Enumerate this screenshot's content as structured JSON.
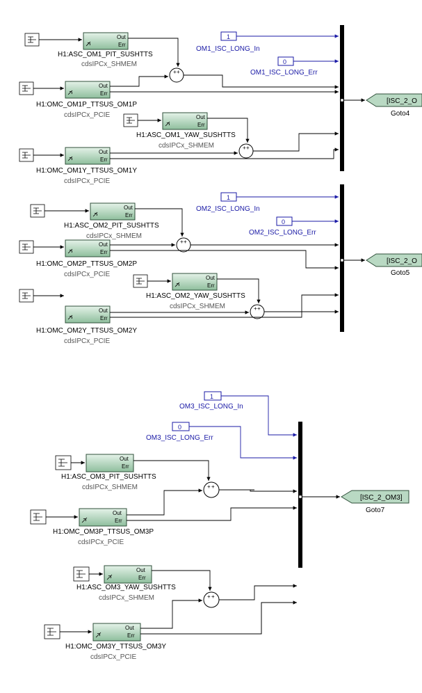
{
  "colors": {
    "block_fill_top": "#e4f2e8",
    "block_fill_bottom": "#8fbf9d",
    "block_border": "#2f4f3a",
    "signal_blue": "#1a1aa6",
    "line": "#000000",
    "goto_fill": "#b9d9c3"
  },
  "groups": [
    {
      "id": "om1",
      "in_label": "OM1_ISC_LONG_In",
      "in_value": "1",
      "err_label": "OM1_ISC_LONG_Err",
      "err_value": "0",
      "goto_tag": "[ISC_2_O",
      "goto_label": "Goto4",
      "blocks": [
        {
          "port_out": "Out",
          "port_err": "Err",
          "name": "H1:ASC_OM1_PIT_SUSHTTS",
          "lib": "cdsIPCx_SHMEM"
        },
        {
          "port_out": "Out",
          "port_err": "Err",
          "name": "H1:OMC_OM1P_TTSUS_OM1P",
          "lib": "cdsIPCx_PCIE"
        },
        {
          "port_out": "Out",
          "port_err": "Err",
          "name": "H1:ASC_OM1_YAW_SUSHTTS",
          "lib": "cdsIPCx_SHMEM"
        },
        {
          "port_out": "Out",
          "port_err": "Err",
          "name": "H1:OMC_OM1Y_TTSUS_OM1Y",
          "lib": "cdsIPCx_PCIE"
        }
      ]
    },
    {
      "id": "om2",
      "in_label": "OM2_ISC_LONG_In",
      "in_value": "1",
      "err_label": "OM2_ISC_LONG_Err",
      "err_value": "0",
      "goto_tag": "[ISC_2_O",
      "goto_label": "Goto5",
      "blocks": [
        {
          "port_out": "Out",
          "port_err": "Err",
          "name": "H1:ASC_OM2_PIT_SUSHTTS",
          "lib": "cdsIPCx_SHMEM"
        },
        {
          "port_out": "Out",
          "port_err": "Err",
          "name": "H1:OMC_OM2P_TTSUS_OM2P",
          "lib": "cdsIPCx_PCIE"
        },
        {
          "port_out": "Out",
          "port_err": "Err",
          "name": "H1:ASC_OM2_YAW_SUSHTTS",
          "lib": "cdsIPCx_SHMEM"
        },
        {
          "port_out": "Out",
          "port_err": "Err",
          "name": "H1:OMC_OM2Y_TTSUS_OM2Y",
          "lib": "cdsIPCx_PCIE"
        }
      ]
    },
    {
      "id": "om3",
      "in_label": "OM3_ISC_LONG_In",
      "in_value": "1",
      "err_label": "OM3_ISC_LONG_Err",
      "err_value": "0",
      "goto_tag": "[ISC_2_OM3]",
      "goto_label": "Goto7",
      "blocks": [
        {
          "port_out": "Out",
          "port_err": "Err",
          "name": "H1:ASC_OM3_PIT_SUSHTTS",
          "lib": "cdsIPCx_SHMEM"
        },
        {
          "port_out": "Out",
          "port_err": "Err",
          "name": "H1:OMC_OM3P_TTSUS_OM3P",
          "lib": "cdsIPCx_PCIE"
        },
        {
          "port_out": "Out",
          "port_err": "Err",
          "name": "H1:ASC_OM3_YAW_SUSHTTS",
          "lib": "cdsIPCx_SHMEM"
        },
        {
          "port_out": "Out",
          "port_err": "Err",
          "name": "H1:OMC_OM3Y_TTSUS_OM3Y",
          "lib": "cdsIPCx_PCIE"
        }
      ]
    }
  ]
}
